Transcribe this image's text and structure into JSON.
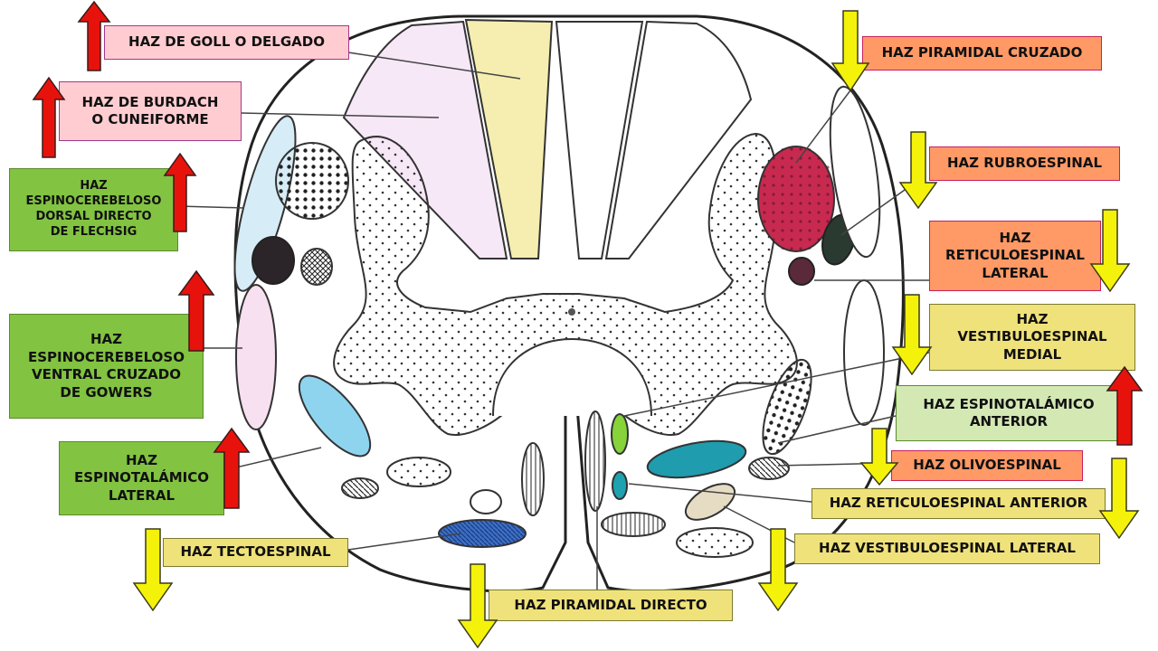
{
  "labels": {
    "goll": "HAZ DE GOLL O DELGADO",
    "burdach": "HAZ DE BURDACH\nO CUNEIFORME",
    "flechsig": "HAZ\nESPINOCEREBELOSO\nDORSAL DIRECTO\nDE FLECHSIG",
    "gowers": "HAZ\nESPINOCEREBELOSO\nVENTRAL CRUZADO\nDE GOWERS",
    "espinotalamico_lateral": "HAZ\nESPINOTALÁMICO\nLATERAL",
    "tectoespinal": "HAZ TECTOESPINAL",
    "piramidal_directo": "HAZ PIRAMIDAL DIRECTO",
    "piramidal_cruzado": "HAZ PIRAMIDAL CRUZADO",
    "rubroespinal": "HAZ RUBROESPINAL",
    "reticuloespinal_lateral": "HAZ\nRETICULOESPINAL\nLATERAL",
    "vestibuloespinal_medial": "HAZ\nVESTIBULOESPINAL\nMEDIAL",
    "espinotalamico_anterior": "HAZ ESPINOTALÁMICO\nANTERIOR",
    "olivoespinal": "HAZ OLIVOESPINAL",
    "reticuloespinal_anterior": "HAZ RETICULOESPINAL ANTERIOR",
    "vestibuloespinal_lateral": "HAZ VESTIBULOESPINAL LATERAL"
  },
  "colors": {
    "ascending_arrow": "#e8120c",
    "descending_arrow": "#f4f20a",
    "sensory_label": "#82c341",
    "motor_label": "#ff9966",
    "posterior_label": "#ffcdd1",
    "descending_label": "#f0e27a"
  },
  "icons": {
    "ascending": "arrow-up-icon",
    "descending": "arrow-down-icon"
  }
}
